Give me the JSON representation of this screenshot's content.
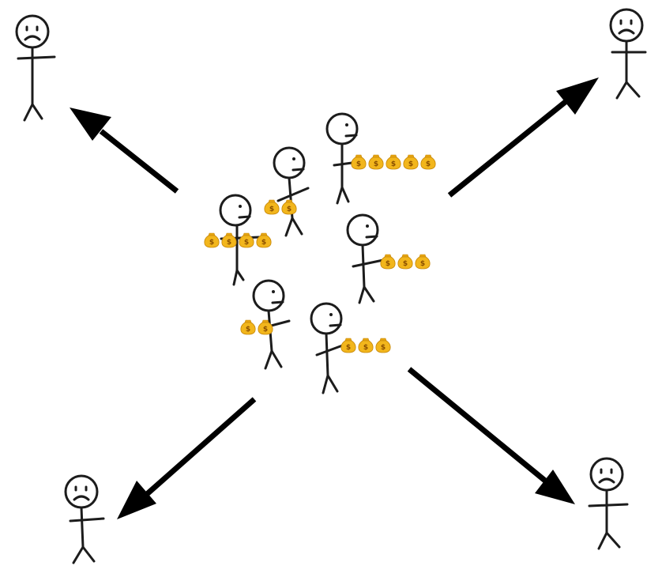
{
  "scene": {
    "background": "#ffffff",
    "ink_color": "#1c1c1c",
    "arrow_color": "#000000",
    "bag_color": "#f2b61c",
    "bag_symbol": "$",
    "happy_group_count": 6,
    "sad_figure_count": 4,
    "happy_bags_per_figure": [
      5,
      2,
      4,
      3,
      2,
      3
    ]
  }
}
